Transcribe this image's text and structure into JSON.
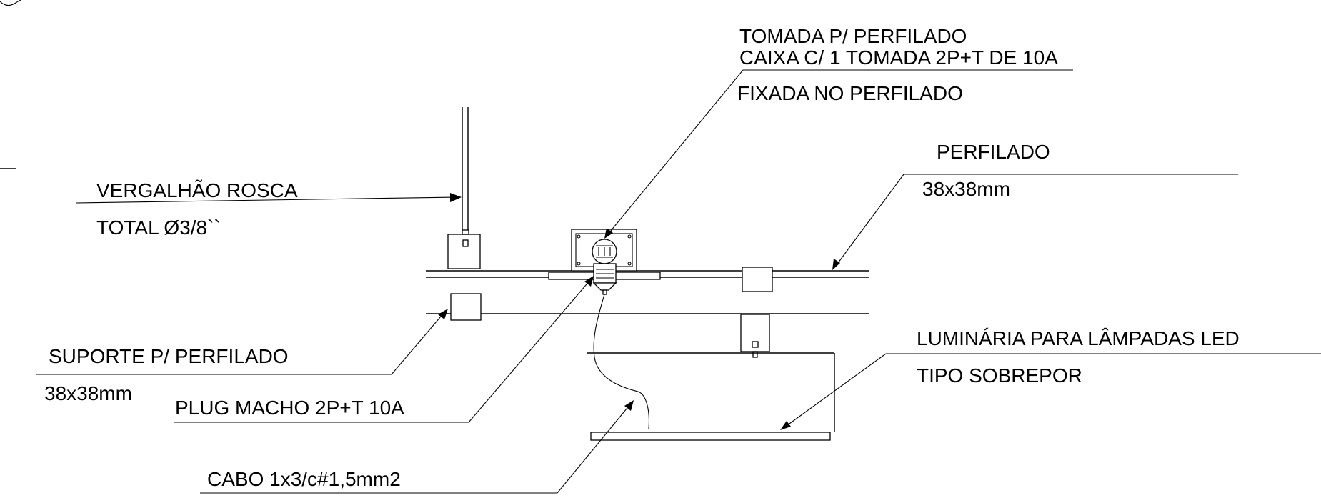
{
  "labels": {
    "tomada_line1": "TOMADA P/ PERFILADO",
    "tomada_line2": "CAIXA C/ 1 TOMADA 2P+T DE 10A",
    "tomada_line3": "FIXADA NO PERFILADO",
    "perfilado_line1": "PERFILADO",
    "perfilado_line2": "38x38mm",
    "vergalhao_line1": "VERGALHÃO ROSCA",
    "vergalhao_line2": "TOTAL Ø3/8``",
    "luminaria_line1": "LUMINÁRIA PARA LÂMPADAS LED",
    "luminaria_line2": "TIPO SOBREPOR",
    "suporte_line1": "SUPORTE P/ PERFILADO",
    "suporte_line2": "38x38mm",
    "plug": "PLUG MACHO 2P+T 10A",
    "cabo": "CABO 1x3/c#1,5mm2"
  },
  "colors": {
    "ink": "#000000",
    "paper": "#ffffff"
  }
}
